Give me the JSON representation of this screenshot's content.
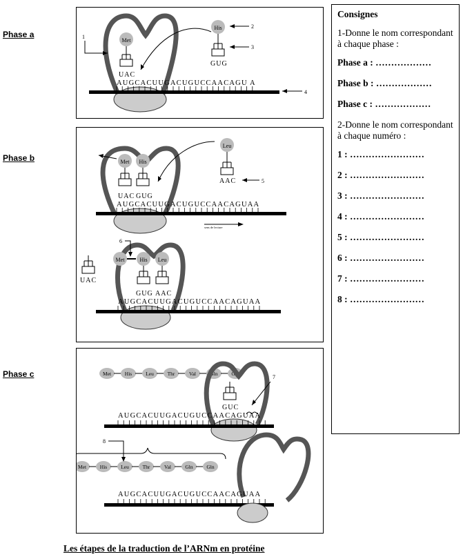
{
  "phases": {
    "a": "Phase a",
    "b": "Phase b",
    "c": "Phase c"
  },
  "mrna": {
    "seq_a": "AUGCACUUGACUGUCCAACAGU A",
    "seq_b": "AUGCACUUGACUGUCCAACAGUAA",
    "seq_c": "AUGCACUUGACUGUCCAACAGUAA"
  },
  "codons": {
    "uac": "UAC",
    "gug": "GUG",
    "aac": "AAC",
    "guc": "GUC"
  },
  "amino_acids": {
    "met": "Met",
    "his": "His",
    "leu": "Leu",
    "thr": "Thr",
    "val": "Val",
    "gln": "Gln"
  },
  "numbers": {
    "n1": "1",
    "n2": "2",
    "n3": "3",
    "n4": "4",
    "n5": "5",
    "n6": "6",
    "n7": "7",
    "n8": "8"
  },
  "direction_label": "sens de lecture",
  "instructions": {
    "title": "Consignes",
    "q1": "1-Donne le nom correspondant à chaque phase :",
    "phase_a": "Phase a : ………………",
    "phase_b": "Phase b : ………………",
    "phase_c": "Phase c : ………………",
    "q2": "2-Donne le nom correspondant à chaque numéro :",
    "items": [
      "1 : ……………………",
      "2 : ……………………",
      "3 : ……………………",
      "4 : ……………………",
      "5 : ……………………",
      "6 : ……………………",
      "7 : ……………………",
      "8 : ……………………"
    ]
  },
  "caption": "Les étapes de la traduction de l’ARNm en protéine"
}
